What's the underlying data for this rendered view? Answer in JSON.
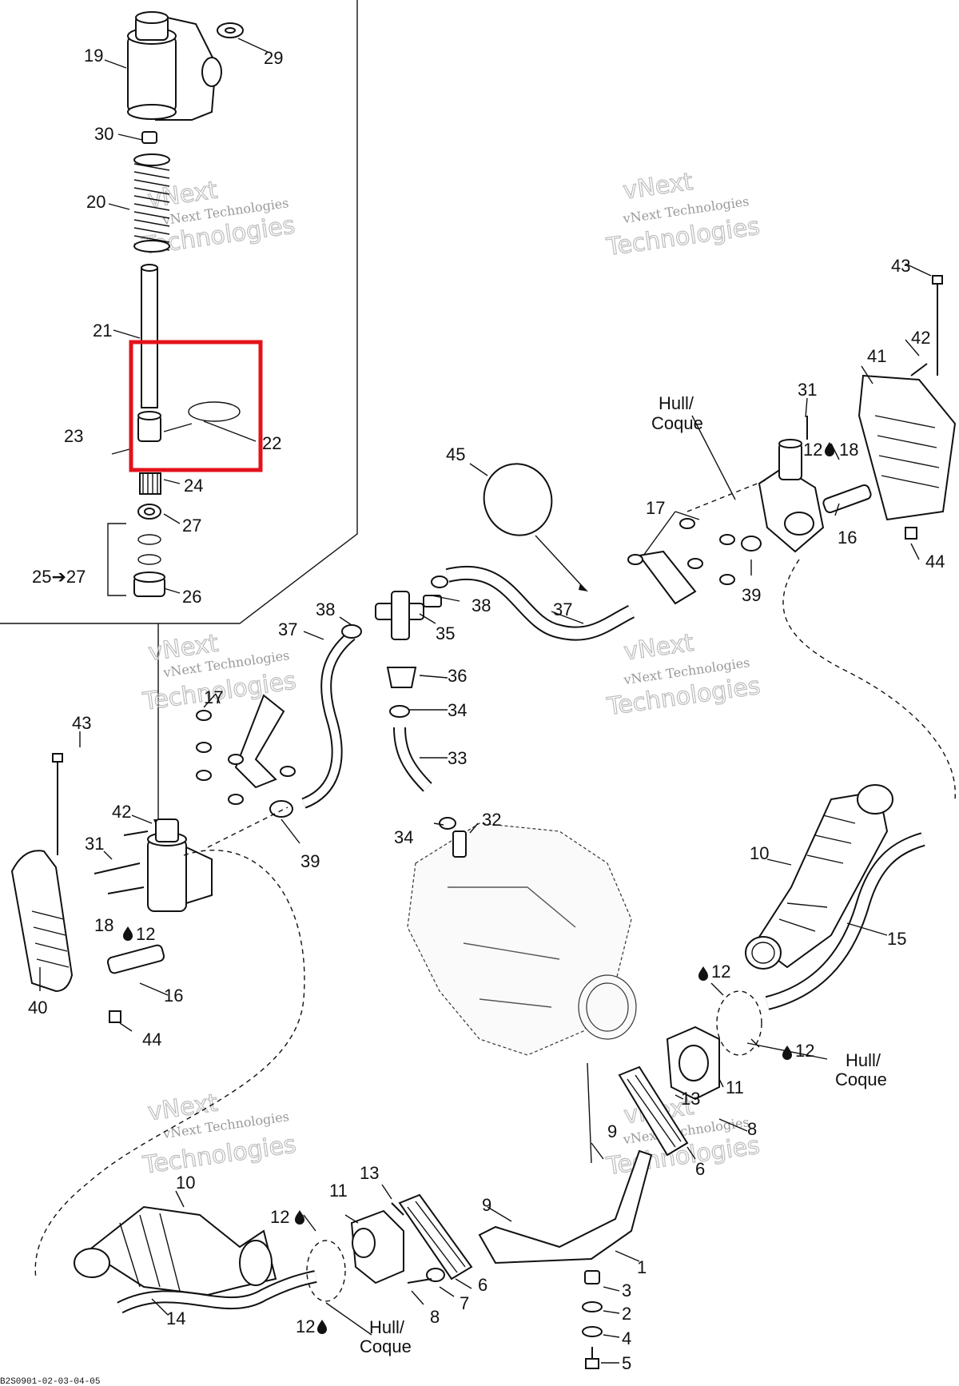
{
  "diagram_code": "B2S0901-02-03-04-05",
  "watermark": {
    "line1": "vNext Technologies",
    "line2": "Technologies",
    "line3": "vNext"
  },
  "hull_label": {
    "line1": "Hull/",
    "line2": "Coque"
  },
  "highlight_color": "#e3121b",
  "water_drop_icon": "water-drop-icon",
  "callouts": {
    "c1": "1",
    "c2": "2",
    "c3": "3",
    "c4": "4",
    "c5": "5",
    "c6": "6",
    "c7": "7",
    "c8": "8",
    "c9": "9",
    "c10": "10",
    "c11": "11",
    "c12": "12",
    "c13": "13",
    "c14": "14",
    "c15": "15",
    "c16": "16",
    "c17": "17",
    "c18": "18",
    "c19": "19",
    "c20": "20",
    "c21": "21",
    "c22": "22",
    "c23": "23",
    "c24": "24",
    "c25_27": "25➔27",
    "c26": "26",
    "c27": "27",
    "c29": "29",
    "c30": "30",
    "c31": "31",
    "c32": "32",
    "c33": "33",
    "c34": "34",
    "c35": "35",
    "c36": "36",
    "c37": "37",
    "c38": "38",
    "c39": "39",
    "c40": "40",
    "c41": "41",
    "c42": "42",
    "c43": "43",
    "c44": "44",
    "c45": "45"
  }
}
